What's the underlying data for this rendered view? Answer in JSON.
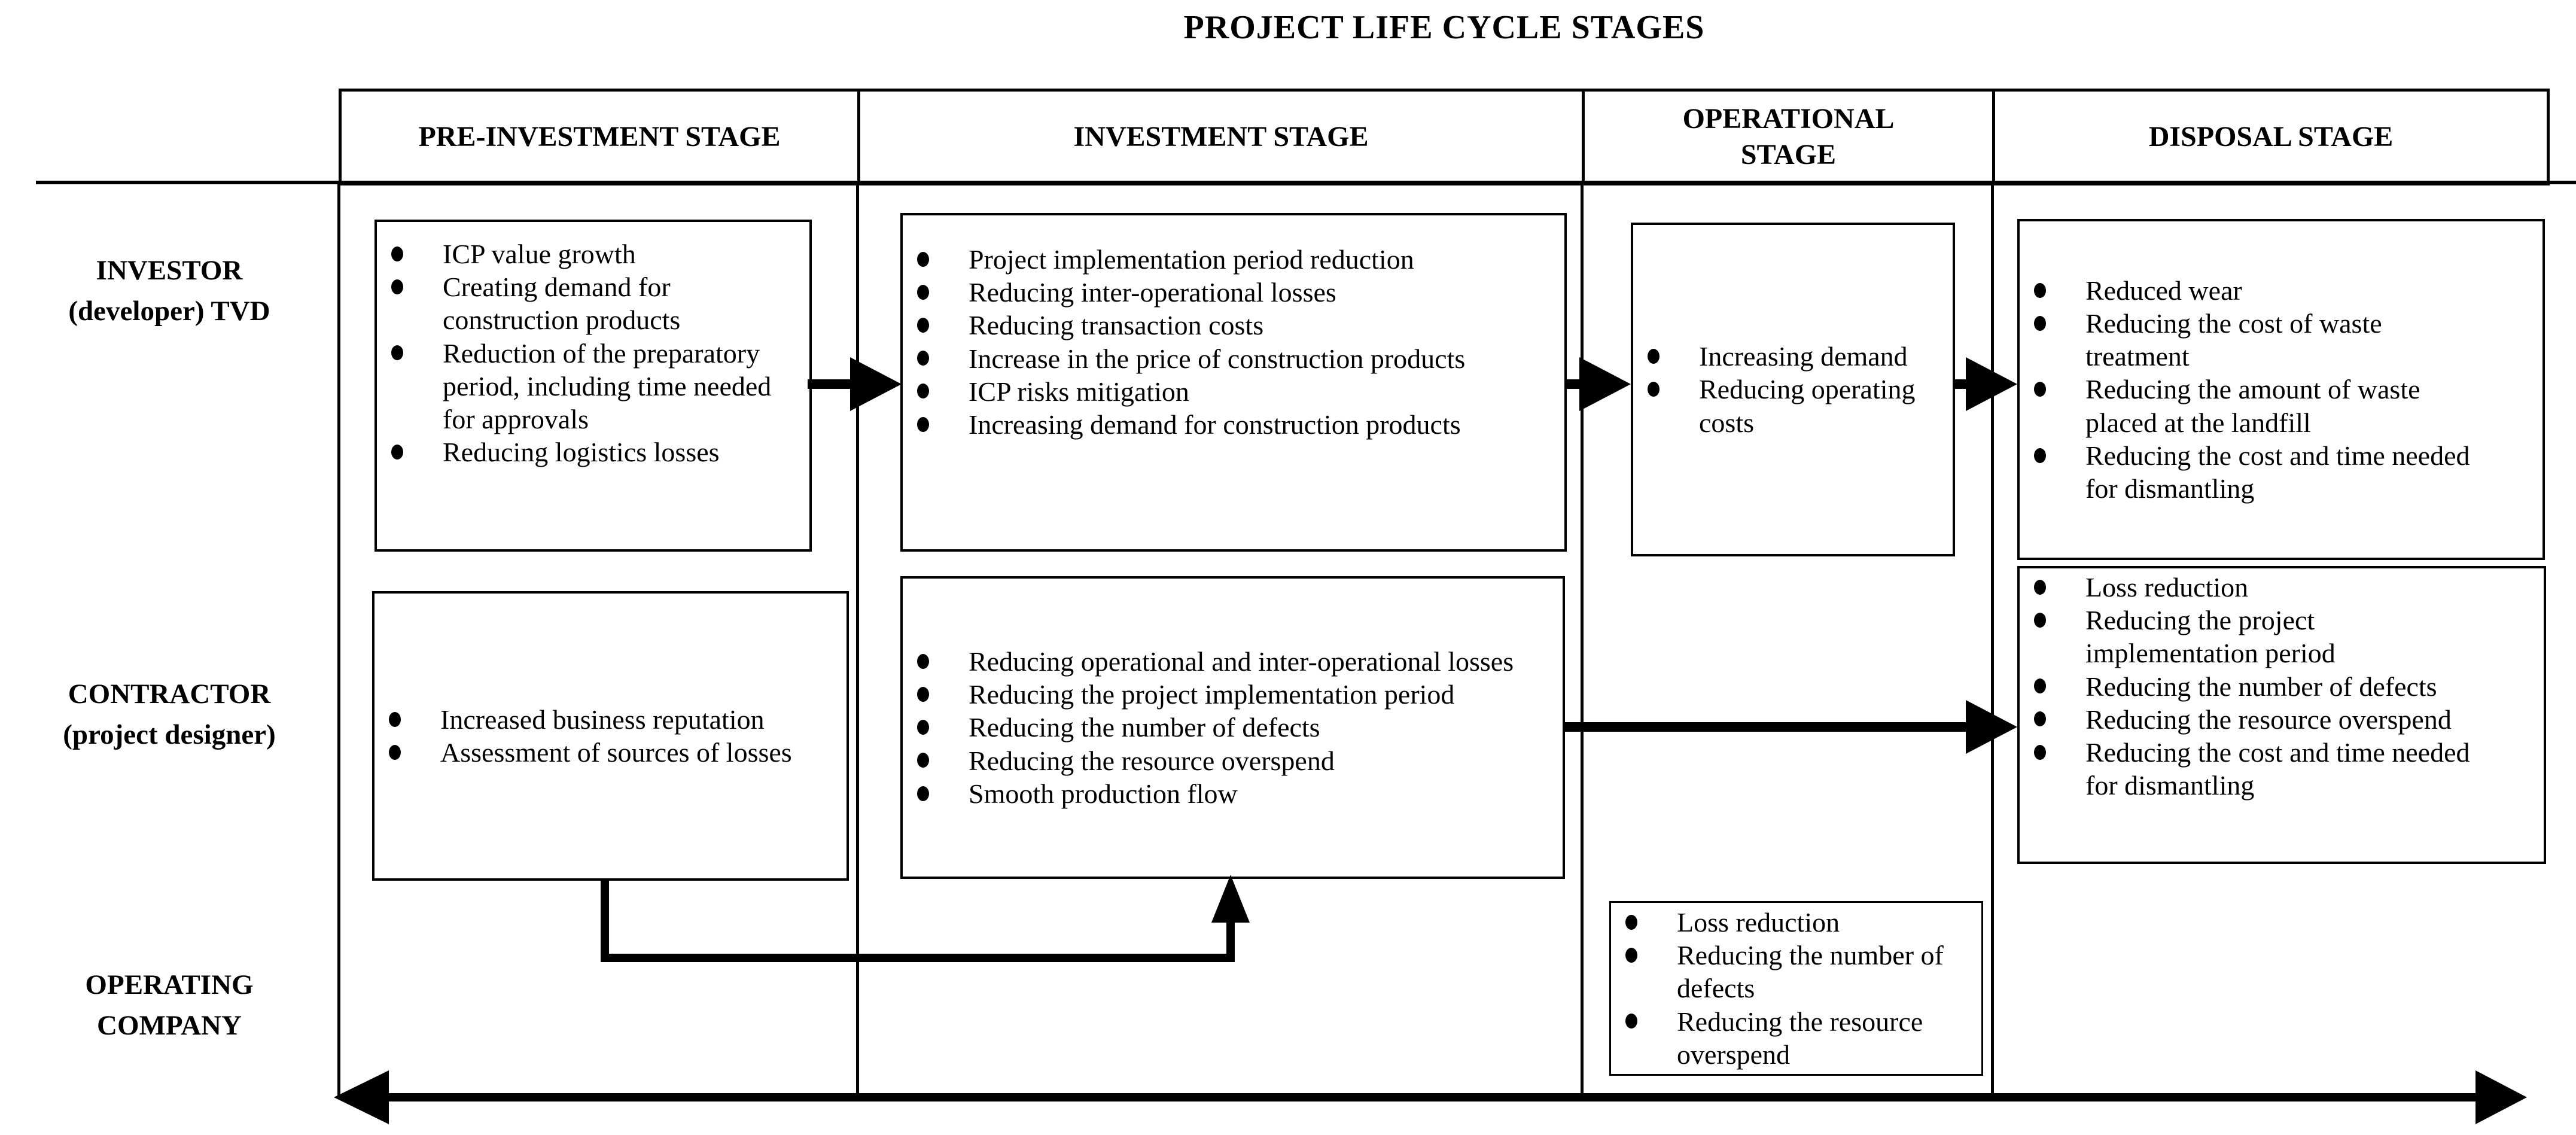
{
  "title": "PROJECT LIFE CYCLE STAGES",
  "colors": {
    "ink": "#000000",
    "paper": "#ffffff"
  },
  "columns": [
    {
      "label": "PRE-INVESTMENT STAGE"
    },
    {
      "label": "INVESTMENT STAGE"
    },
    {
      "label": "OPERATIONAL\nSTAGE"
    },
    {
      "label": "DISPOSAL STAGE"
    }
  ],
  "row_labels": [
    {
      "label": "INVESTOR\n(developer) TVD"
    },
    {
      "label": "CONTRACTOR\n(project designer)"
    },
    {
      "label": "OPERATING\nCOMPANY"
    }
  ],
  "cells": {
    "investor": {
      "pre_investment": [
        "ICP value growth",
        "Creating demand for construction products",
        "Reduction of the preparatory period, including time needed for approvals",
        "Reducing logistics losses"
      ],
      "investment": [
        "Project implementation period reduction",
        "Reducing inter-operational losses",
        "Reducing transaction costs",
        "Increase in the price of construction products",
        "ICP risks mitigation",
        "Increasing demand for construction products"
      ],
      "operational": [
        "Increasing demand",
        "Reducing operating costs"
      ],
      "disposal": [
        "Reduced wear",
        "Reducing the cost of waste treatment",
        "Reducing the amount of waste placed at the landfill",
        "Reducing the cost and time needed for dismantling"
      ]
    },
    "contractor": {
      "pre_investment": [
        "Increased business reputation",
        "Assessment of sources of losses"
      ],
      "investment": [
        "Reducing operational and inter-operational losses",
        "Reducing the project implementation period",
        "Reducing the number of defects",
        "Reducing the resource overspend",
        "Smooth production flow"
      ],
      "disposal": [
        "Loss reduction",
        "Reducing the project implementation period",
        "Reducing the number of defects",
        "Reducing the resource overspend",
        "Reducing the cost and time needed for dismantling"
      ]
    },
    "operating_company": {
      "operational": [
        "Loss reduction",
        "Reducing the number of defects",
        "Reducing the resource overspend"
      ]
    }
  }
}
